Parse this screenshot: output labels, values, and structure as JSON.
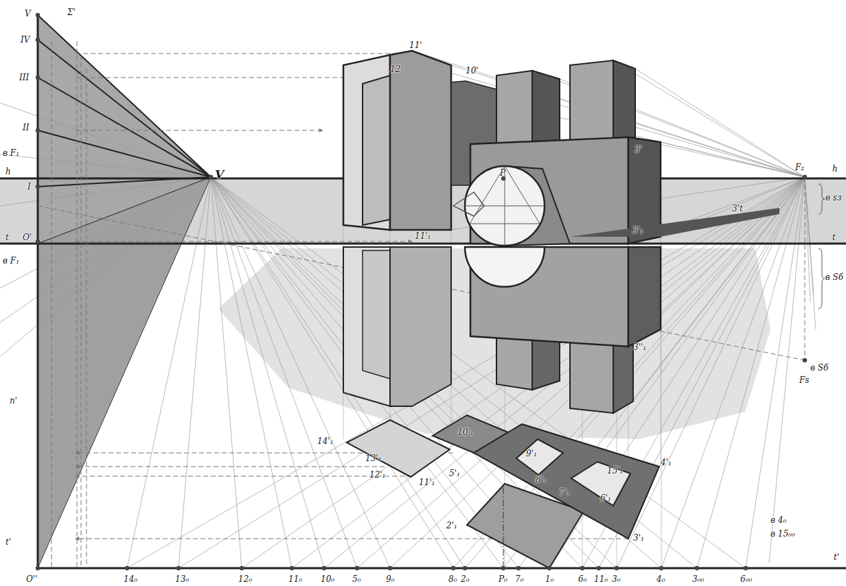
{
  "diagram": {
    "labels": [
      "V",
      "IV",
      "III",
      "II",
      "I",
      "Σ'",
      "в F₁",
      "h",
      "в F₁",
      "t",
      "O'",
      "n'",
      "t'",
      "O''",
      "V",
      "11'",
      "12'",
      "10'",
      "P",
      "3'",
      "3'₁",
      "11'₁",
      "3't",
      "F₂",
      "h",
      "t",
      "в sз",
      "в Sб",
      "в Sб",
      "Fs",
      "3''₁",
      "14'₁",
      "13'₁",
      "12'₁",
      "11'₁",
      "10'₁",
      "5'₁",
      "9'₁",
      "8'₁",
      "7'₁",
      "15'₁",
      "6'₁",
      "4'₁",
      "3'₁",
      "2'₁",
      "в 4₀",
      "в 15₀₀",
      "14₀",
      "13₀",
      "12₀",
      "11₀",
      "10₀",
      "5₀",
      "9₀",
      "8₀",
      "2₀",
      "P₀",
      "7₀",
      "1₀",
      "6₀",
      "11₀",
      "3₀",
      "4₀",
      "3₀₀",
      "6₀₀",
      "t'"
    ]
  }
}
